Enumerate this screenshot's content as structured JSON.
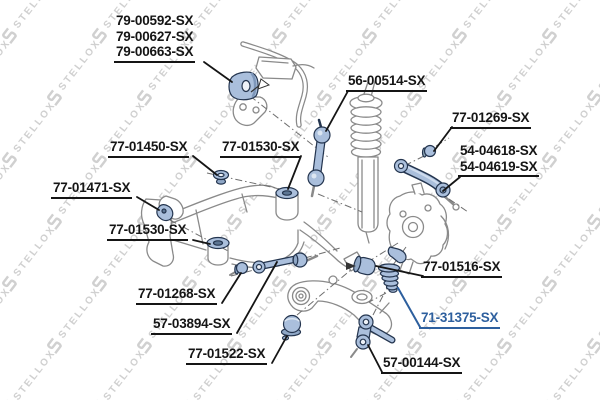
{
  "watermark": {
    "text": "STELLOX",
    "logo_icon": "stellox-s-logo"
  },
  "colors": {
    "highlight": "#2d5f9e",
    "part_fill": "#aabfdc",
    "part_stroke": "#24354f",
    "line_gray": "#8a8a8a",
    "label": "#151515",
    "watermark": "#d0d0d0"
  },
  "labels": [
    {
      "id": "79-00592-group",
      "lines": [
        "79-00592-SX",
        "79-00627-SX",
        "79-00663-SX"
      ],
      "highlighted": false
    },
    {
      "id": "56-00514-SX",
      "lines": [
        "56-00514-SX"
      ],
      "highlighted": false
    },
    {
      "id": "77-01269-SX",
      "lines": [
        "77-01269-SX"
      ],
      "highlighted": false
    },
    {
      "id": "54-04618-group",
      "lines": [
        "54-04618-SX",
        "54-04619-SX"
      ],
      "highlighted": false
    },
    {
      "id": "77-01450-SX",
      "lines": [
        "77-01450-SX"
      ],
      "highlighted": false
    },
    {
      "id": "77-01530-SX-upper",
      "lines": [
        "77-01530-SX"
      ],
      "highlighted": false
    },
    {
      "id": "77-01471-SX",
      "lines": [
        "77-01471-SX"
      ],
      "highlighted": false
    },
    {
      "id": "77-01530-SX-lower",
      "lines": [
        "77-01530-SX"
      ],
      "highlighted": false
    },
    {
      "id": "77-01268-SX",
      "lines": [
        "77-01268-SX"
      ],
      "highlighted": false
    },
    {
      "id": "57-03894-SX",
      "lines": [
        "57-03894-SX"
      ],
      "highlighted": false
    },
    {
      "id": "77-01522-SX",
      "lines": [
        "77-01522-SX"
      ],
      "highlighted": false
    },
    {
      "id": "77-01516-SX",
      "lines": [
        "77-01516-SX"
      ],
      "highlighted": false
    },
    {
      "id": "71-31375-SX",
      "lines": [
        "71-31375-SX"
      ],
      "highlighted": true
    },
    {
      "id": "57-00144-SX",
      "lines": [
        "57-00144-SX"
      ],
      "highlighted": false
    }
  ]
}
